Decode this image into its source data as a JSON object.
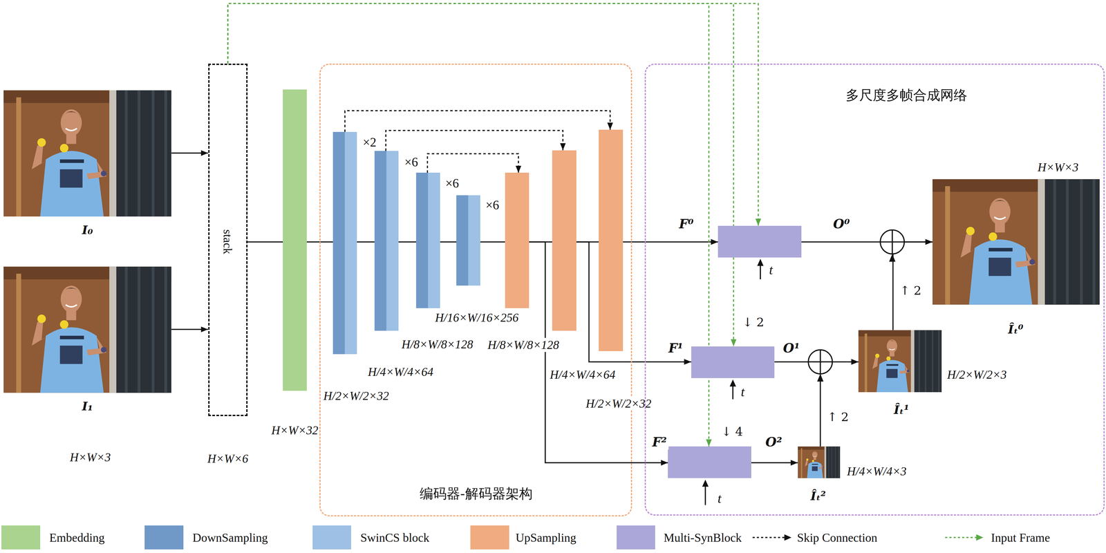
{
  "diagram": {
    "nodes": [
      {
        "text": [
          "I₀"
        ]
      },
      {
        "text": [
          "I₁"
        ]
      },
      {
        "text": [
          "stack",
          "H×W×6"
        ]
      },
      {
        "text": [
          "H×W×32"
        ]
      },
      {
        "text": [
          "编码器-解码器架构"
        ]
      },
      {
        "text": [
          "×2",
          "H/2×W/2×32"
        ],
        "in": 4
      },
      {
        "text": [
          "×6",
          "H/4×W/4×64"
        ],
        "in": 4
      },
      {
        "text": [
          "×6",
          "H/8×W/8×128"
        ],
        "in": 4
      },
      {
        "text": [
          "×6",
          "H/16×W/16×256"
        ],
        "in": 4
      },
      {
        "text": [
          "H/8×W/8×128"
        ],
        "in": 4
      },
      {
        "text": [
          "H/4×W/4×64"
        ],
        "in": 4
      },
      {
        "text": [
          "H/2×W/2×32"
        ],
        "in": 4
      },
      {
        "text": [
          "多尺度多帧合成网络"
        ]
      },
      {
        "text": [
          "t"
        ],
        "in": 12
      },
      {
        "text": [
          "H×W×3",
          "Îₜ⁰"
        ],
        "in": 12
      },
      {
        "text": [
          "t"
        ],
        "in": 12
      },
      {
        "text": [
          "Îₜ¹",
          "H/2×W/2×3"
        ],
        "in": 12
      },
      {
        "text": [
          "t"
        ],
        "in": 12
      },
      {
        "text": [
          "Îₜ²",
          "H/4×W/4×3"
        ],
        "in": 12
      }
    ],
    "edges": [
      {
        "from": 0,
        "to": 2,
        "arrow": "to"
      },
      {
        "from": 1,
        "to": 2,
        "arrow": "to"
      },
      {
        "from": 2,
        "to": 3,
        "arrow": "none"
      },
      {
        "from": 3,
        "to": 5,
        "arrow": "none"
      },
      {
        "from": 5,
        "to": 6,
        "arrow": "none"
      },
      {
        "from": 6,
        "to": 7,
        "arrow": "none"
      },
      {
        "from": 7,
        "to": 8,
        "arrow": "none"
      },
      {
        "from": 8,
        "to": 9,
        "arrow": "none"
      },
      {
        "from": 9,
        "to": 10,
        "arrow": "none"
      },
      {
        "from": 10,
        "to": 11,
        "arrow": "none"
      },
      {
        "from": 11,
        "to": 13,
        "label": "F⁰",
        "arrow": "to"
      },
      {
        "from": 10,
        "to": 15,
        "label": "F¹",
        "arrow": "to"
      },
      {
        "from": 9,
        "to": 17,
        "label": "F²",
        "arrow": "to"
      },
      {
        "from": 5,
        "to": 11,
        "arrow": "to"
      },
      {
        "from": 6,
        "to": 10,
        "arrow": "to"
      },
      {
        "from": 7,
        "to": 9,
        "arrow": "to"
      },
      {
        "from": 2,
        "to": 13,
        "arrow": "to"
      },
      {
        "from": 2,
        "to": 15,
        "label": "↓ 2",
        "arrow": "to"
      },
      {
        "from": 2,
        "to": 17,
        "label": "↓ 4",
        "arrow": "to"
      },
      {
        "from": 13,
        "to": 14,
        "label": "O⁰",
        "arrow": "to"
      },
      {
        "from": 15,
        "to": 16,
        "label": "O¹",
        "arrow": "to"
      },
      {
        "from": 17,
        "to": 18,
        "label": "O²",
        "arrow": "to"
      },
      {
        "from": 18,
        "to": 16,
        "label": "↑ 2",
        "arrow": "to"
      },
      {
        "from": 16,
        "to": 14,
        "label": "↑ 2",
        "arrow": "to"
      }
    ],
    "labels": [
      "H×W×3"
    ],
    "legend": [
      {
        "text": "Embedding",
        "color": "#a9d38f"
      },
      {
        "text": "DownSampling",
        "color": "#7099c8"
      },
      {
        "text": "SwinCS block",
        "color": "#9dc0e4"
      },
      {
        "text": "UpSampling",
        "color": "#f0ab80"
      },
      {
        "text": "Multi-SynBlock",
        "color": "#aba7d8"
      },
      {
        "text": "Skip Connection"
      },
      {
        "text": "Input Frame"
      }
    ]
  }
}
